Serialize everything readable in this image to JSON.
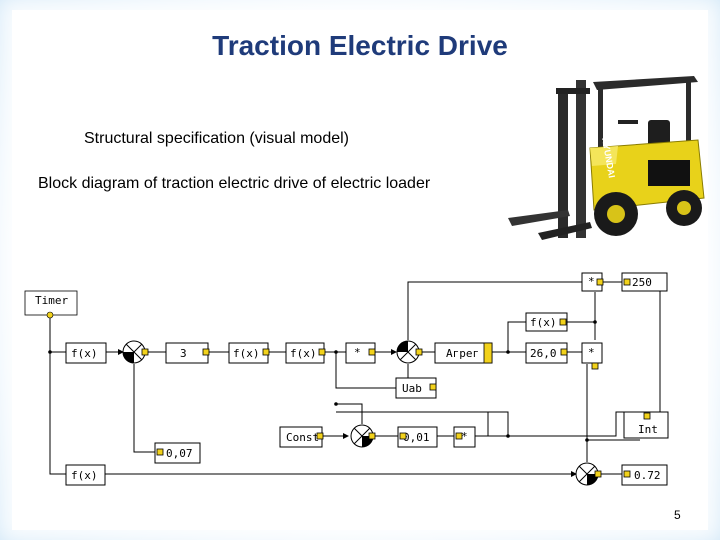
{
  "slide": {
    "title": "Traction Electric Drive",
    "subtitle": "Structural specification (visual model)",
    "caption": "Block diagram of traction electric drive of electric loader",
    "page_number": "5"
  },
  "forklift_image": {
    "brand_text": "HYUNDAI",
    "icon": "forklift-photo"
  },
  "diagram": {
    "timer_label": "Timer",
    "blocks": {
      "fx_1": "f(x)",
      "gain_3": "3",
      "fx_2": "f(x)",
      "fx_3": "f(x)",
      "mult_1": "*",
      "agrep": "Агрег",
      "value_26": "26,0",
      "fx_top": "f(x)",
      "mult_top": "*",
      "value_250": "250",
      "uab": "Uab",
      "const": "Const",
      "value_001": "0,01",
      "mult_2": "*",
      "value_007": "0,07",
      "int": "Int",
      "fx_bottom": "f(x)",
      "value_072": "0.72",
      "mult_3": "*"
    }
  },
  "colors": {
    "title": "#1f3b7a",
    "port": "#f2d21b",
    "forklift_body": "#e8d21a",
    "frame_glow": "#cfe6f7"
  }
}
